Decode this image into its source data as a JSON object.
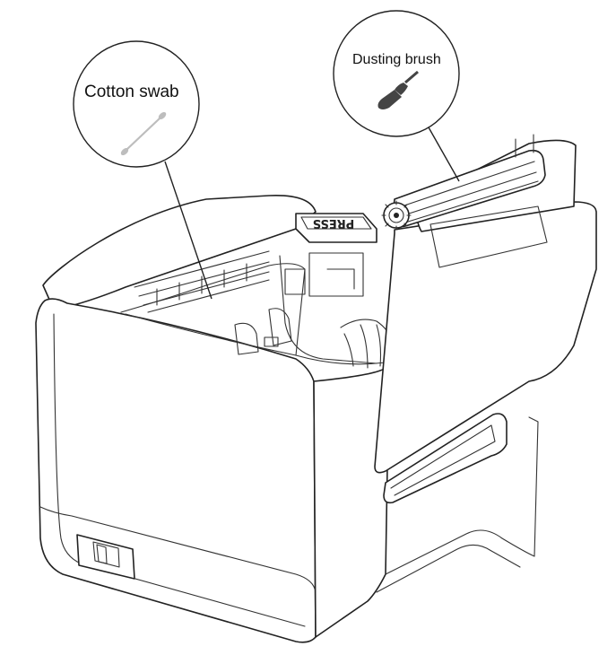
{
  "callouts": {
    "cotton_swab": "Cotton swab",
    "dusting_brush": "Dusting brush"
  },
  "printer": {
    "cover_button_text": "PRESS"
  },
  "colors": {
    "line": "#222222",
    "swab_gray": "#bdbdbd",
    "brush_dark": "#444444"
  }
}
